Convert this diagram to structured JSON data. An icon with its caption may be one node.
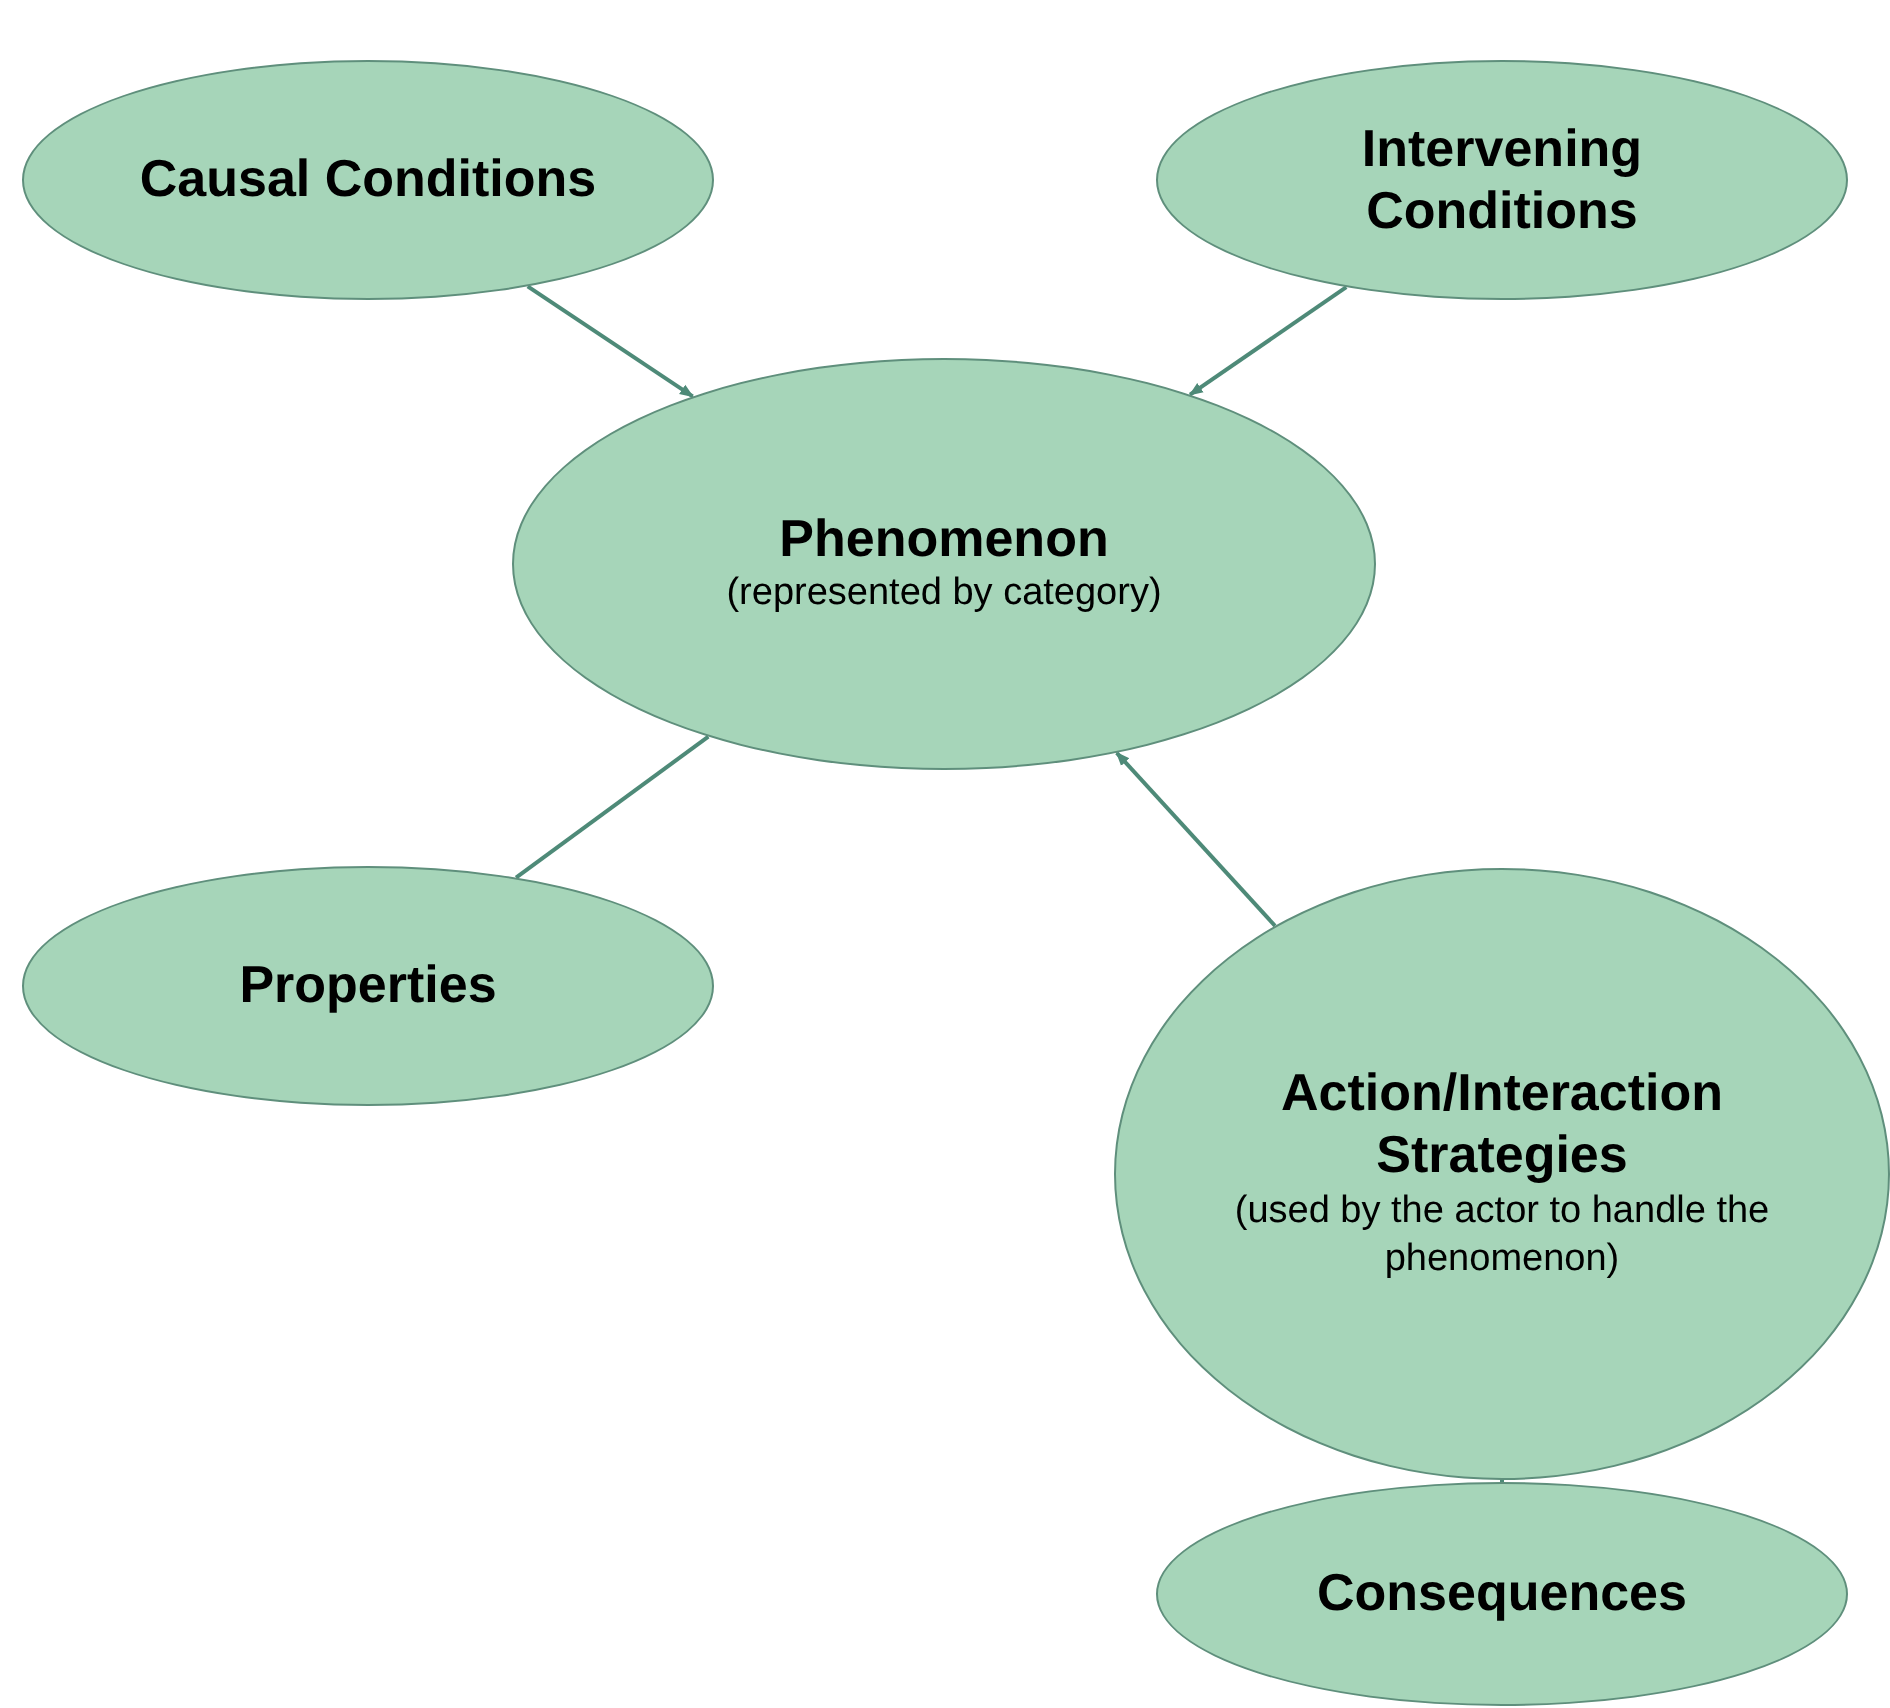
{
  "diagram": {
    "nodes": [
      {
        "text": [
          "Causal Conditions"
        ]
      },
      {
        "text": [
          "Intervening Conditions"
        ]
      },
      {
        "text": [
          "Phenomenon",
          "(represented by category)"
        ]
      },
      {
        "text": [
          "Properties"
        ]
      },
      {
        "text": [
          "Action/Interaction Strategies",
          "(used by the actor to handle the phenomenon)"
        ]
      },
      {
        "text": [
          "Consequences"
        ]
      }
    ],
    "edges": [
      {
        "from": 0,
        "to": 2,
        "arrow": "to"
      },
      {
        "from": 1,
        "to": 2,
        "arrow": "to"
      },
      {
        "from": 2,
        "to": 3,
        "arrow": "none"
      },
      {
        "from": 4,
        "to": 2,
        "arrow": "to"
      },
      {
        "from": 4,
        "to": 5,
        "arrow": "to"
      }
    ]
  }
}
